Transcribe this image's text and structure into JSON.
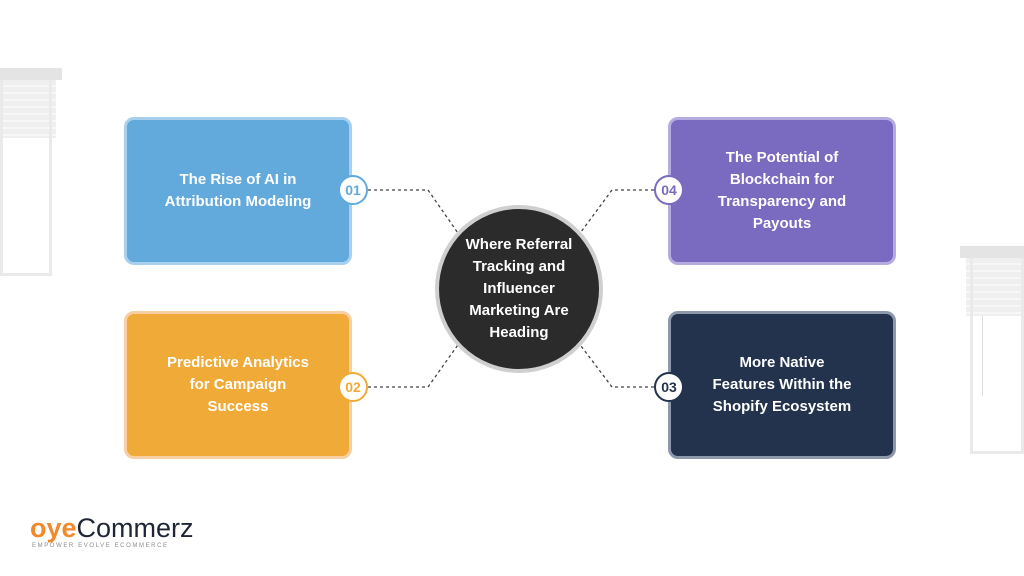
{
  "diagram": {
    "center": {
      "title": "Where Referral Tracking and Influencer Marketing Are Heading"
    },
    "items": [
      {
        "number": "01",
        "lines": [
          "The Rise of AI in",
          "Attribution Modeling"
        ],
        "color": "#62a9dc"
      },
      {
        "number": "02",
        "lines": [
          "Predictive Analytics",
          "for Campaign",
          "Success"
        ],
        "color": "#f0aa38"
      },
      {
        "number": "03",
        "lines": [
          "More Native",
          "Features Within the",
          "Shopify Ecosystem"
        ],
        "color": "#23324d"
      },
      {
        "number": "04",
        "lines": [
          "The Potential of",
          "Blockchain for",
          "Transparency and",
          "Payouts"
        ],
        "color": "#7a6ac0"
      }
    ]
  },
  "brand": {
    "accent": "oye",
    "name": "Commerz",
    "tagline": "EMPOWER EVOLVE ECOMMERCE",
    "accent_color": "#f08a2c",
    "name_color": "#1e2535"
  }
}
